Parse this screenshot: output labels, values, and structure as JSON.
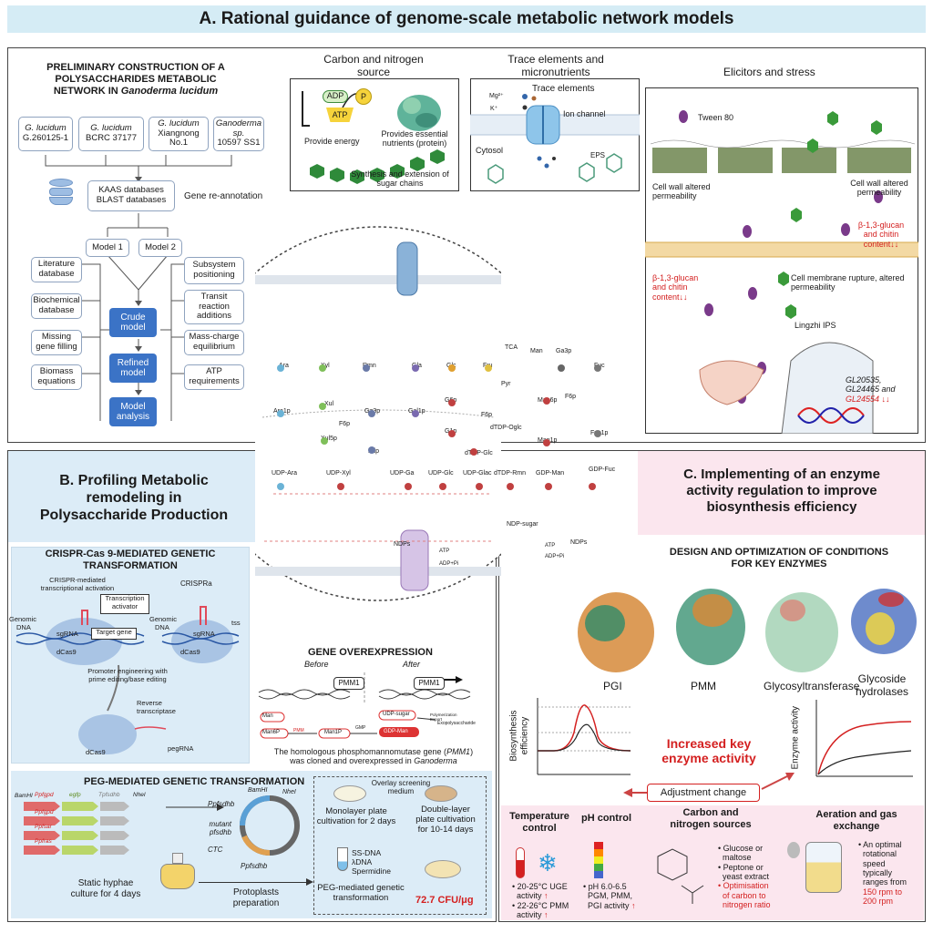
{
  "title": "A. Rational guidance of genome-scale metabolic network models",
  "panelA": {
    "construct_title": [
      "PRELIMINARY CONSTRUCTION OF A",
      "POLYSACCHARIDES METABOLIC",
      "NETWORK IN"
    ],
    "construct_species": "Ganoderma lucidum",
    "strains": [
      {
        "name": "G. lucidum",
        "id": "G.260125-1"
      },
      {
        "name": "G. lucidum",
        "id": "BCRC 37177"
      },
      {
        "name": "G. lucidum",
        "id": "Xiangnong No.1"
      },
      {
        "name": "Ganoderma sp.",
        "id": "10597 SS1"
      }
    ],
    "databases": [
      "KAAS databases",
      "BLAST databases"
    ],
    "gene_reannotation": "Gene re-annotation",
    "model1": "Model 1",
    "model2": "Model 2",
    "left_inputs": [
      "Literature database",
      "Biochemical database",
      "Missing gene filling",
      "Biomass equations"
    ],
    "right_inputs": [
      "Subsystem positioning",
      "Transit reaction additions",
      "Mass-charge equilibrium",
      "ATP requirements"
    ],
    "crude": "Crude model",
    "refined": "Refined model",
    "analysis": "Model analysis",
    "carbon_title": [
      "Carbon and nitrogen",
      "source"
    ],
    "adp": "ADP",
    "p": "P",
    "atp": "ATP",
    "provide_energy": "Provide energy",
    "provides_nutrients": [
      "Provides essential",
      "nutrients (protein)"
    ],
    "synthesis": [
      "Synthesis and extension of",
      "sugar chains"
    ],
    "trace_title": [
      "Trace elements and",
      "micronutrients"
    ],
    "trace_elements": "Trace elements",
    "mg": "Mg²⁺",
    "k": "K⁺",
    "ion_channel": "Ion channel",
    "cytosol": "Cytosol",
    "eps": "EPS",
    "elicitors_title": "Elicitors and stress",
    "tween": "Tween 80",
    "cell_wall_left": [
      "Cell wall altered",
      "permeability"
    ],
    "cell_wall_right": [
      "Cell wall altered",
      "permeability"
    ],
    "glucan_right": [
      "β-1,3-glucan",
      "and chitin",
      "content↓↓"
    ],
    "glucan_left": [
      "β-1,3-glucan",
      "and chitin",
      "content↓↓"
    ],
    "membrane": [
      "Cell membrane rupture, altered",
      "permeability"
    ],
    "lingzhi": "Lingzhi IPS",
    "genes": [
      "GL20535,",
      "GL24465 and",
      "GL24554 ↓↓"
    ]
  },
  "metabolism": {
    "top_row": [
      "Ara",
      "Xyl",
      "Rmn",
      "Gla",
      "Glc",
      "Fru",
      "Man",
      "Ga3p",
      "Fuc"
    ],
    "nodes": [
      "Ara1p",
      "Xul",
      "Ga3p",
      "Gal1p",
      "G6p",
      "TCA",
      "Pyr",
      "Man6p",
      "F6p",
      "F6p",
      "Xul5p",
      "Fdp",
      "G1p",
      "dTDP-Oglc",
      "F6p",
      "Fuc1p",
      "dTDP-Glc",
      "Man1p"
    ],
    "udp_row": [
      "UDP-Ara",
      "UDP-Xyl",
      "UDP-Ga",
      "UDP-Glc",
      "UDP-Glac",
      "dTDP-Rmn",
      "GDP-Man",
      "GDP-Fuc"
    ],
    "ndp_sugar": "NDP-sugar",
    "ndps_left": "NDPs",
    "ndps_right": "NDPs",
    "atp_left": "ATP",
    "adp_left": "ADP+Pi",
    "atp_right": "ATP",
    "adp_right": "ADP+Pi"
  },
  "panelB": {
    "title": [
      "B.  Profiling Metabolic",
      "remodeling in",
      "Polysaccharide Production"
    ],
    "crispr_title": [
      "CRISPR-Cas 9-MEDIATED GENETIC",
      "TRANSFORMATION"
    ],
    "crispr_act": [
      "CRISPR-mediated",
      "transcriptional activation"
    ],
    "crispra": "CRISPRa",
    "transcription_activator": [
      "Transcription",
      "activator"
    ],
    "genomic_dna": [
      "Genomic",
      "DNA"
    ],
    "genomic_dna2": [
      "Genomic",
      "DNA"
    ],
    "sgrna": "sgRNA",
    "sgrna2": "sgRNA",
    "target_gene": "Target gene",
    "tss": "tss",
    "dcas9": "dCas9",
    "dcas9b": "dCas9",
    "dcas9c": "dCas9",
    "promoter": [
      "Promoter engineering with",
      "prime editing/base editing"
    ],
    "reverse": [
      "Reverse",
      "transcriptase"
    ],
    "pegrna": "pegRNA",
    "overexp_title": "GENE OVEREXPRESSION",
    "before": "Before",
    "after": "After",
    "pmm1": "PMM1",
    "pmm1b": "PMM1",
    "pathway": [
      "Man",
      "Man6P",
      "PMM",
      "Man1P",
      "GMP",
      "UDP-sugar",
      "GDP-Man",
      "Polymerization",
      "Export",
      "Exopolysaccharide"
    ],
    "overexp_desc": [
      "The homologous phosphomannomutase gene (",
      "PMM1",
      ")",
      "was cloned and overexpressed in",
      "Ganoderma"
    ],
    "peg_title": "PEG-MEDIATED GENETIC TRANSFORMATION",
    "plasmid_labels": [
      "BamHI",
      "Ppfgpd",
      "egfp",
      "Tpfsdhb",
      "NheI",
      "Ppfgpd",
      "Ppfsar",
      "Ppfras"
    ],
    "pfsdhb": "Ppfsdhb",
    "mutant": [
      "mutant",
      "pfsdhb"
    ],
    "ctc": "CTC",
    "pfsdhb2": "Ppfsdhb",
    "bamhi2": "BamHI",
    "nhei2": "NheI",
    "static": [
      "Static hyphae",
      "culture for 4 days"
    ],
    "protoplasts": [
      "Protoplasts",
      "preparation"
    ],
    "overlay": [
      "Overlay screening",
      "medium"
    ],
    "monolayer": [
      "Monolayer plate",
      "cultivation for 2 days"
    ],
    "double": [
      "Double-layer",
      "plate cultivation",
      "for 10-14 days"
    ],
    "reagents": [
      "SS-DNA",
      "λDNA",
      "Spermidine"
    ],
    "peg_trans": [
      "PEG-mediated genetic",
      "transformation"
    ],
    "cfu": "72.7 CFU/μg"
  },
  "panelC": {
    "title": [
      "C.  Implementing of an enzyme",
      "activity regulation to improve",
      "biosynthesis efficiency"
    ],
    "design": [
      "DESIGN AND OPTIMIZATION OF CONDITIONS",
      "FOR KEY ENZYMES"
    ],
    "enzymes": [
      "PGI",
      "PMM",
      "Glycosyltransferase",
      "Glycoside hydrolases"
    ],
    "biosynth_axis": [
      "Biosynthesis",
      "efficiency"
    ],
    "increased": [
      "Increased key",
      "enzyme activity"
    ],
    "enzyme_axis": "Enzyme activity",
    "adjustment": "Adjustment change",
    "temp_title": [
      "Temperature",
      "control"
    ],
    "temp_items": [
      "20-25°C UGE",
      "activity",
      "22-26°C PMM",
      "activity"
    ],
    "ph_title": "pH control",
    "ph_items": [
      "pH 6.0-6.5",
      "PGM, PMM,",
      "PGI activity"
    ],
    "carbon_title": [
      "Carbon and",
      "nitrogen sources"
    ],
    "carbon_items": [
      "Glucose or",
      "maltose",
      "Peptone or",
      "yeast extract",
      "Optimisation",
      "of carbon to",
      "nitrogen ratio"
    ],
    "aeration_title": [
      "Aeration and gas",
      "exchange"
    ],
    "aeration_items": [
      "An optimal",
      "rotational",
      "speed",
      "typically",
      "ranges from",
      "150 rpm to",
      "200 rpm"
    ]
  },
  "colors": {
    "title_bg": "#d5ecf5",
    "panelB_bg": "#dcecf7",
    "panelC_bg": "#fbe6ee",
    "blue_box": "#3b73c6",
    "red": "#d42020"
  }
}
